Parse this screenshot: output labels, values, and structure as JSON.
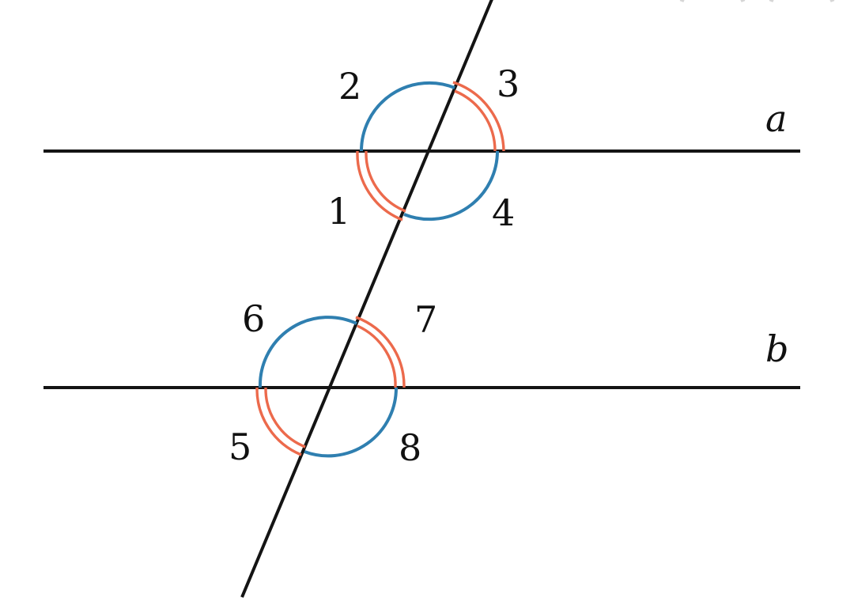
{
  "lines": [
    {
      "id": "a",
      "label": "a"
    },
    {
      "id": "b",
      "label": "b"
    }
  ],
  "angles": [
    {
      "label": "1",
      "color": "red"
    },
    {
      "label": "2",
      "color": "blue"
    },
    {
      "label": "3",
      "color": "red"
    },
    {
      "label": "4",
      "color": "blue"
    },
    {
      "label": "5",
      "color": "red"
    },
    {
      "label": "6",
      "color": "blue"
    },
    {
      "label": "7",
      "color": "red"
    },
    {
      "label": "8",
      "color": "blue"
    }
  ],
  "colors": {
    "line": "#141414",
    "blue_arc": "#2f7fb0",
    "red_arc": "#ec6a4c"
  }
}
